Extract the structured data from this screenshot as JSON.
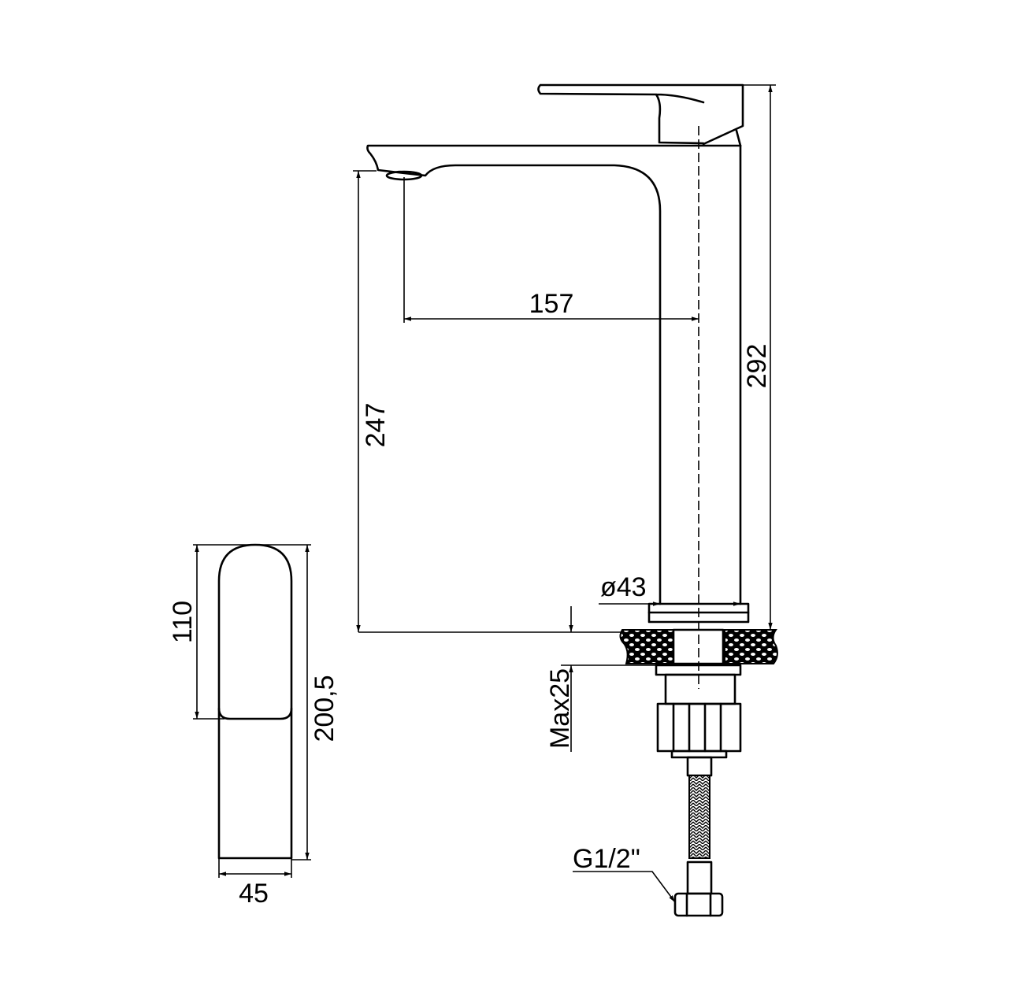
{
  "dimensions": {
    "spout_reach": "157",
    "spout_height": "247",
    "total_height": "292",
    "base_diameter": "ø43",
    "max_counter_thickness": "Max25",
    "connection": "G1/2\"",
    "handle_height": "110",
    "handle_total_height": "200,5",
    "handle_width": "45"
  },
  "colors": {
    "line": "#000000",
    "background": "#ffffff"
  }
}
